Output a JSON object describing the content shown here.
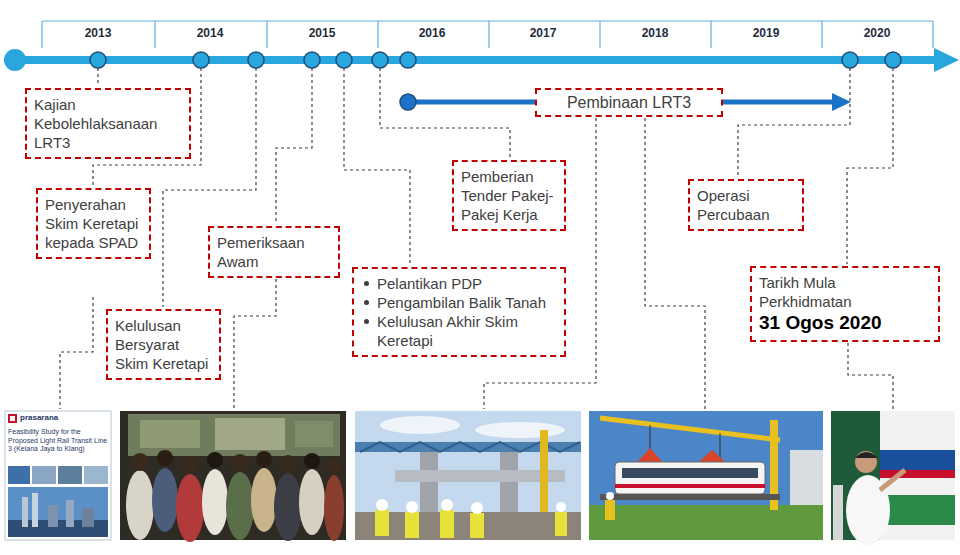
{
  "diagram": {
    "nodes": [
      {
        "text": [
          "Kajian Kebolehlaksanaan LRT3"
        ]
      },
      {
        "text": [
          "Penyerahan Skim Keretapi kepada SPAD"
        ]
      },
      {
        "text": [
          "Kelulusan Bersyarat Skim Keretapi"
        ]
      },
      {
        "text": [
          "Pemeriksaan Awam"
        ]
      },
      {
        "text": [
          "Pelantikan PDP",
          "Pengambilan Balik Tanah",
          "Kelulusan Akhir Skim Keretapi"
        ]
      },
      {
        "text": [
          "Pemberian Tender Pakej-Pakej Kerja"
        ]
      },
      {
        "text": [
          "Pembinaan LRT3"
        ]
      },
      {
        "text": [
          "Operasi Percubaan"
        ]
      },
      {
        "text": [
          "Tarikh Mula Perkhidmatan",
          "31 Ogos 2020"
        ]
      }
    ],
    "labels": [
      "2013",
      "2014",
      "2015",
      "2016",
      "2017",
      "2018",
      "2019",
      "2020",
      "prasarana",
      "Feasibility Study for the Proposed Light Rail Transit Line 3 (Kelana Jaya to Klang)"
    ]
  }
}
